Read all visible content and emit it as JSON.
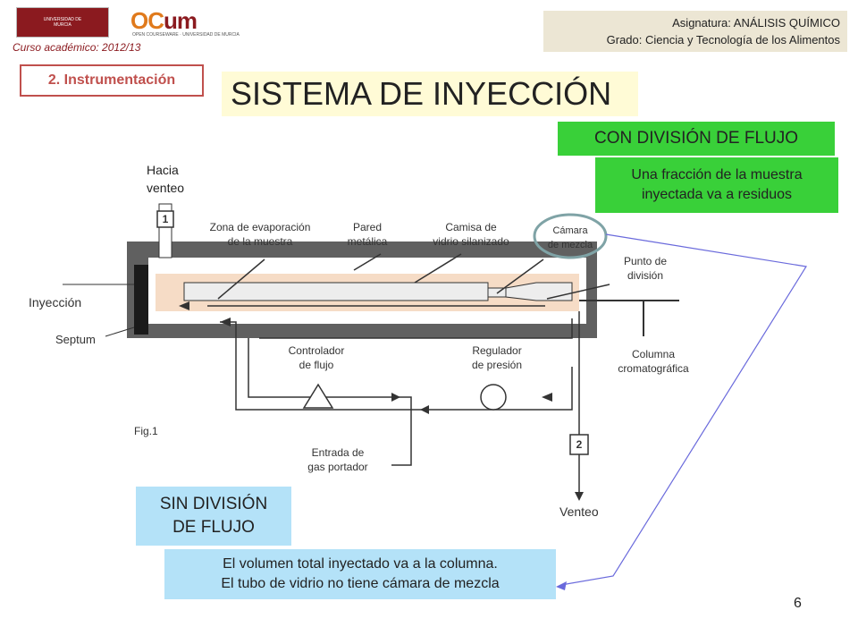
{
  "header": {
    "logo_umu_line1": "UNIVERSIDAD DE",
    "logo_umu_line2": "MURCIA",
    "logo_ocw_main_oc": "OC",
    "logo_ocw_main_um": "um",
    "logo_ocw_sub": "OPEN COURSEWARE · UNIVERSIDAD DE MURCIA",
    "course_label": "Curso académico",
    "course_value": ": 2012/13",
    "subject": "Asignatura: ANÁLISIS QUÍMICO",
    "degree": "Grado: Ciencia y Tecnología de los Alimentos"
  },
  "section": "2. Instrumentación",
  "title": "SISTEMA DE INYECCIÓN",
  "split": {
    "heading": "CON DIVISIÓN DE FLUJO",
    "note_line1": "Una fracción de la muestra",
    "note_line2": "inyectada va a residuos"
  },
  "splitless": {
    "heading_line1": "SIN DIVISIÓN",
    "heading_line2": "DE FLUJO",
    "note_line1": "El volumen total inyectado va a la columna.",
    "note_line2": "El tubo de vidrio no tiene cámara de mezcla"
  },
  "diagram": {
    "hacia_venteo_1": "Hacia",
    "hacia_venteo_2": "venteo",
    "zona_1": "Zona de evaporación",
    "zona_2": "de la muestra",
    "pared_1": "Pared",
    "pared_2": "metálica",
    "camisa_1": "Camisa de",
    "camisa_2": "vidrio silanizado",
    "camara_1": "Cámara",
    "camara_2": "de mezcla",
    "punto_1": "Punto de",
    "punto_2": "división",
    "inyeccion": "Inyección",
    "septum": "Septum",
    "controlador_1": "Controlador",
    "controlador_2": "de flujo",
    "regulador_1": "Regulador",
    "regulador_2": "de presión",
    "columna_1": "Columna",
    "columna_2": "cromatográfica",
    "fig": "Fig.1",
    "entrada_1": "Entrada de",
    "entrada_2": "gas portador",
    "venteo": "Venteo",
    "box1": "1",
    "box2": "2"
  },
  "page_number": "6",
  "colors": {
    "accent_red": "#c0504d",
    "green": "#39d039",
    "blue": "#b4e2f8",
    "title_bg": "#fffbd6",
    "header_bg": "#ece6d4"
  }
}
